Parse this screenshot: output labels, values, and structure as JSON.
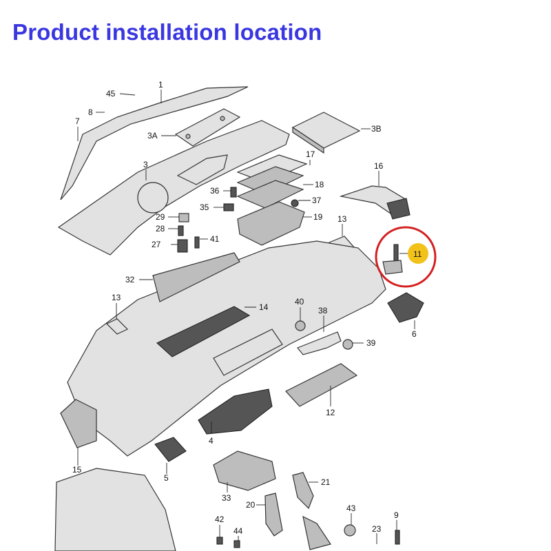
{
  "title": "Product installation location",
  "highlight": {
    "label": "11",
    "marker_color": "#f2c21b",
    "ring_color": "#d42020"
  },
  "colors": {
    "title": "#3a37e0"
  },
  "callouts": [
    {
      "id": "45",
      "text": "45"
    },
    {
      "id": "1",
      "text": "1"
    },
    {
      "id": "8",
      "text": "8"
    },
    {
      "id": "7",
      "text": "7"
    },
    {
      "id": "3A",
      "text": "3A"
    },
    {
      "id": "3B",
      "text": "3B"
    },
    {
      "id": "3",
      "text": "3"
    },
    {
      "id": "17",
      "text": "17"
    },
    {
      "id": "16",
      "text": "16"
    },
    {
      "id": "18",
      "text": "18"
    },
    {
      "id": "36",
      "text": "36"
    },
    {
      "id": "37",
      "text": "37"
    },
    {
      "id": "35",
      "text": "35"
    },
    {
      "id": "29",
      "text": "29"
    },
    {
      "id": "19",
      "text": "19"
    },
    {
      "id": "28",
      "text": "28"
    },
    {
      "id": "41",
      "text": "41"
    },
    {
      "id": "27",
      "text": "27"
    },
    {
      "id": "13a",
      "text": "13"
    },
    {
      "id": "32",
      "text": "32"
    },
    {
      "id": "13b",
      "text": "13"
    },
    {
      "id": "14",
      "text": "14"
    },
    {
      "id": "40",
      "text": "40"
    },
    {
      "id": "38",
      "text": "38"
    },
    {
      "id": "39",
      "text": "39"
    },
    {
      "id": "6",
      "text": "6"
    },
    {
      "id": "12",
      "text": "12"
    },
    {
      "id": "4",
      "text": "4"
    },
    {
      "id": "15",
      "text": "15"
    },
    {
      "id": "5",
      "text": "5"
    },
    {
      "id": "21",
      "text": "21"
    },
    {
      "id": "33",
      "text": "33"
    },
    {
      "id": "20",
      "text": "20"
    },
    {
      "id": "43",
      "text": "43"
    },
    {
      "id": "9",
      "text": "9"
    },
    {
      "id": "42",
      "text": "42"
    },
    {
      "id": "44",
      "text": "44"
    },
    {
      "id": "23",
      "text": "23"
    }
  ]
}
